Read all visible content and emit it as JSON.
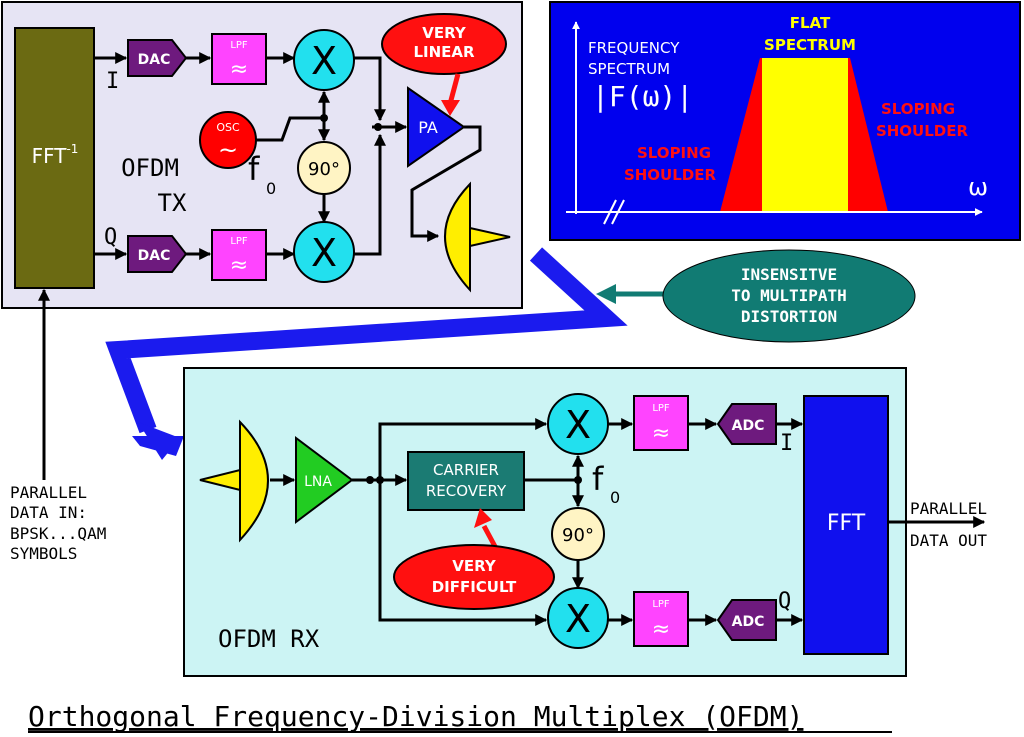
{
  "title": "Orthogonal Frequency-Division Multiplex (OFDM)",
  "colors": {
    "tx_panel": "#e6e4f4",
    "rx_panel": "#ccf4f4",
    "spectrum_panel": "#0000ee",
    "fft_block": "#6b6a12",
    "dac_adc": "#6e1a7e",
    "lpf": "#ff44ff",
    "mixer": "#22e0ee",
    "osc": "#ff0000",
    "phase": "#fff4c4",
    "amp": "#1010ee",
    "lna": "#22cc22",
    "antenna": "#ffee00",
    "carrier": "#1b7b73",
    "callout": "#ff1010",
    "teal_callout": "#117b73",
    "link_arrow": "#1b1bee",
    "spectrum_shoulder": "#ff0000",
    "spectrum_flat": "#ffff00",
    "spectrum_text_red": "#ff1010",
    "spectrum_text_yellow": "#ffff00"
  },
  "tx": {
    "ifft_label": "FFT",
    "ifft_sup": "-1",
    "i_label": "I",
    "q_label": "Q",
    "dac_i": "DAC",
    "dac_q": "DAC",
    "lpf_label": "LPF",
    "lpf_symbol": "≈",
    "mixer_symbol": "X",
    "osc_label": "OSC",
    "osc_symbol": "~",
    "f0_label": "f",
    "f0_sub": "0",
    "phase_label": "90°",
    "pa_label": "PA",
    "panel_label_1": "OFDM",
    "panel_label_2": "TX",
    "callout_1": "VERY",
    "callout_2": "LINEAR"
  },
  "spectrum": {
    "title_1": "FREQUENCY",
    "title_2": "SPECTRUM",
    "func": "|F(ω)|",
    "flat_1": "FLAT",
    "flat_2": "SPECTRUM",
    "left_1": "SLOPING",
    "left_2": "SHOULDER",
    "right_1": "SLOPING",
    "right_2": "SHOULDER",
    "axis_symbol": "ω"
  },
  "multipath": {
    "line_1": "INSENSITVE",
    "line_2": "TO MULTIPATH",
    "line_3": "DISTORTION"
  },
  "input": {
    "line_1": "PARALLEL",
    "line_2": "DATA IN:",
    "line_3": "BPSK...QAM",
    "line_4": "SYMBOLS"
  },
  "rx": {
    "lna_label": "LNA",
    "carrier_1": "CARRIER",
    "carrier_2": "RECOVERY",
    "f0_label": "f",
    "f0_sub": "0",
    "phase_label": "90°",
    "mixer_symbol": "X",
    "lpf_label": "LPF",
    "lpf_symbol": "≈",
    "adc_i": "ADC",
    "adc_q": "ADC",
    "i_label": "I",
    "q_label": "Q",
    "fft_label": "FFT",
    "panel_label": "OFDM RX",
    "callout_1": "VERY",
    "callout_2": "DIFFICULT"
  },
  "output": {
    "line_1": "PARALLEL",
    "line_2": "DATA OUT"
  }
}
